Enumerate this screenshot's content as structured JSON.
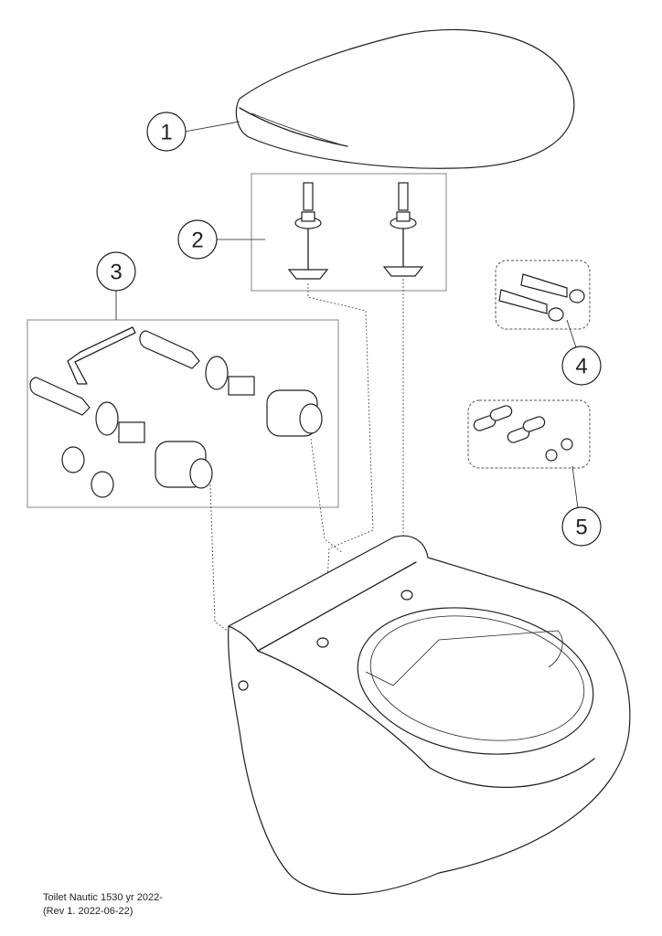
{
  "diagram": {
    "title": "Toilet Nautic 1530 yr 2022-",
    "revision": "(Rev 1.  2022-06-22)",
    "callouts": [
      {
        "number": "1",
        "part": "seat-lid"
      },
      {
        "number": "2",
        "part": "hinge-bolts"
      },
      {
        "number": "3",
        "part": "fitting-kit"
      },
      {
        "number": "4",
        "part": "hinge-pins"
      },
      {
        "number": "5",
        "part": "buffers"
      }
    ]
  }
}
